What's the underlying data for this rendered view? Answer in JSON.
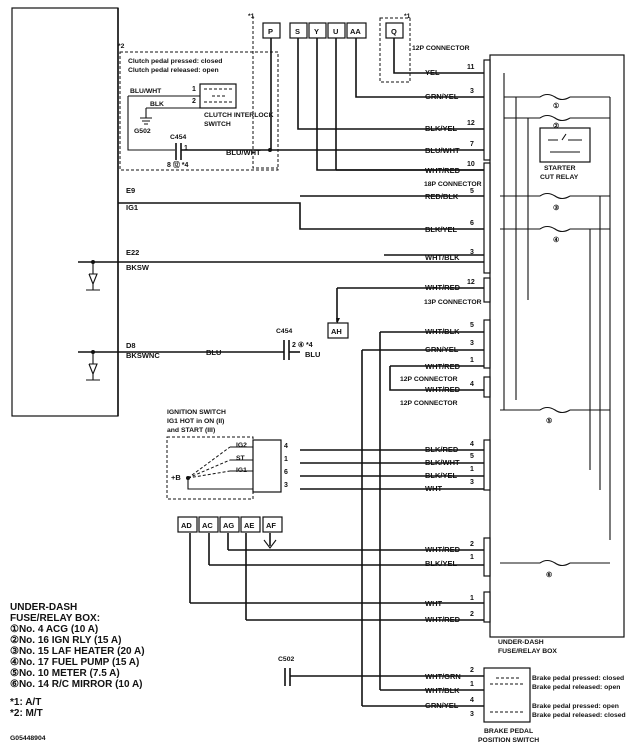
{
  "ecm": {
    "terminals": [
      {
        "pin": "E9",
        "signal": "IG1"
      },
      {
        "pin": "E22",
        "signal": "BKSW"
      },
      {
        "pin": "D8",
        "signal": "BKSWNC"
      }
    ]
  },
  "connector_letters": {
    "top": [
      "P",
      "S",
      "Y",
      "U",
      "AA",
      "Q"
    ],
    "mid": "AH",
    "bottom": [
      "AD",
      "AC",
      "AG",
      "AE",
      "AF"
    ]
  },
  "notes": {
    "star1": "*1",
    "star2": "*2",
    "clutch_note_1": "Clutch pedal pressed: closed",
    "clutch_note_2": "Clutch pedal released: open",
    "clutch_switch_1": "CLUTCH INTERLOCK",
    "clutch_switch_2": "SWITCH",
    "ground": "G502",
    "c454_top": "C454",
    "c454_pins": "8 ⑫ *4",
    "c454_mid": "C454",
    "c454_mid_pins": "2 ④ *4",
    "c502": "C502",
    "conn_12p_top": "12P CONNECTOR",
    "conn_18p": "18P CONNECTOR",
    "conn_13p": "13P CONNECTOR",
    "conn_12p_a": "12P CONNECTOR",
    "conn_12p_b": "12P CONNECTOR",
    "starter_relay_1": "STARTER",
    "starter_relay_2": "CUT RELAY",
    "fuse_box_1": "UNDER-DASH",
    "fuse_box_2": "FUSE/RELAY BOX",
    "ign_title_1": "IGNITION SWITCH",
    "ign_title_2": "IG1 HOT in ON (II)",
    "ign_title_3": "and START (III)",
    "ign_plus_b": "+B",
    "ign_ig2": "IG2",
    "ign_st": "ST",
    "ign_ig1": "IG1",
    "brake_note_1": "Brake pedal pressed: closed",
    "brake_note_2": "Brake pedal released: open",
    "brake_note_3": "Brake pedal pressed: open",
    "brake_note_4": "Brake pedal released: closed",
    "brake_switch_1": "BRAKE PEDAL",
    "brake_switch_2": "POSITION SWITCH",
    "legend_title_1": "UNDER-DASH",
    "legend_title_2": "FUSE/RELAY BOX:",
    "legend_items": [
      "①No. 4 ACG (10 A)",
      "②No. 16 IGN RLY (15 A)",
      "③No. 15 LAF HEATER (20 A)",
      "④No. 17 FUEL PUMP (15 A)",
      "⑤No. 10 METER (7.5 A)",
      "⑥No. 14 R/C MIRROR (10 A)"
    ],
    "footnote_1": "*1: A/T",
    "footnote_2": "*2: M/T",
    "diagram_id": "G05448904"
  },
  "wires": {
    "blu_wht_clutch": "BLU/WHT",
    "blk_clutch": "BLK",
    "blu_wht_c454": "BLU/WHT",
    "blu_d8": "BLU",
    "blu_c454": "BLU",
    "right": [
      {
        "color": "YEL",
        "pin": "11"
      },
      {
        "color": "GRN/YEL",
        "pin": "3"
      },
      {
        "color": "BLK/YEL",
        "pin": "12"
      },
      {
        "color": "BLU/WHT",
        "pin": "7"
      },
      {
        "color": "WHT/RED",
        "pin": "10"
      },
      {
        "color": "RED/BLK",
        "pin": "5"
      },
      {
        "color": "BLK/YEL",
        "pin": "6"
      },
      {
        "color": "WHT/BLK",
        "pin": "3"
      },
      {
        "color": "WHT/RED",
        "pin": "12"
      },
      {
        "color": "WHT/BLK",
        "pin": "5"
      },
      {
        "color": "GRN/YEL",
        "pin": "3"
      },
      {
        "color": "WHT/RED",
        "pin": "1"
      },
      {
        "color": "WHT/RED",
        "pin": "4"
      },
      {
        "color": "BLK/RED",
        "pin": "4"
      },
      {
        "color": "BLK/WHT",
        "pin": "5"
      },
      {
        "color": "BLK/YEL",
        "pin": "1"
      },
      {
        "color": "WHT",
        "pin": "3"
      },
      {
        "color": "WHT/RED",
        "pin": "2"
      },
      {
        "color": "BLK/YEL",
        "pin": "1"
      },
      {
        "color": "WHT",
        "pin": "1"
      },
      {
        "color": "WHT/RED",
        "pin": "2"
      },
      {
        "color": "WHT/GRN",
        "pin": "2"
      },
      {
        "color": "WHT/BLK",
        "pin": "1"
      },
      {
        "color": "GRN/YEL",
        "pin": "4"
      },
      {
        "color": "",
        "pin": "3"
      }
    ],
    "ign_pins": [
      "4",
      "1",
      "6",
      "3"
    ],
    "c454_top_pin": "1",
    "clutch_pin_1": "1",
    "clutch_pin_2": "2"
  }
}
